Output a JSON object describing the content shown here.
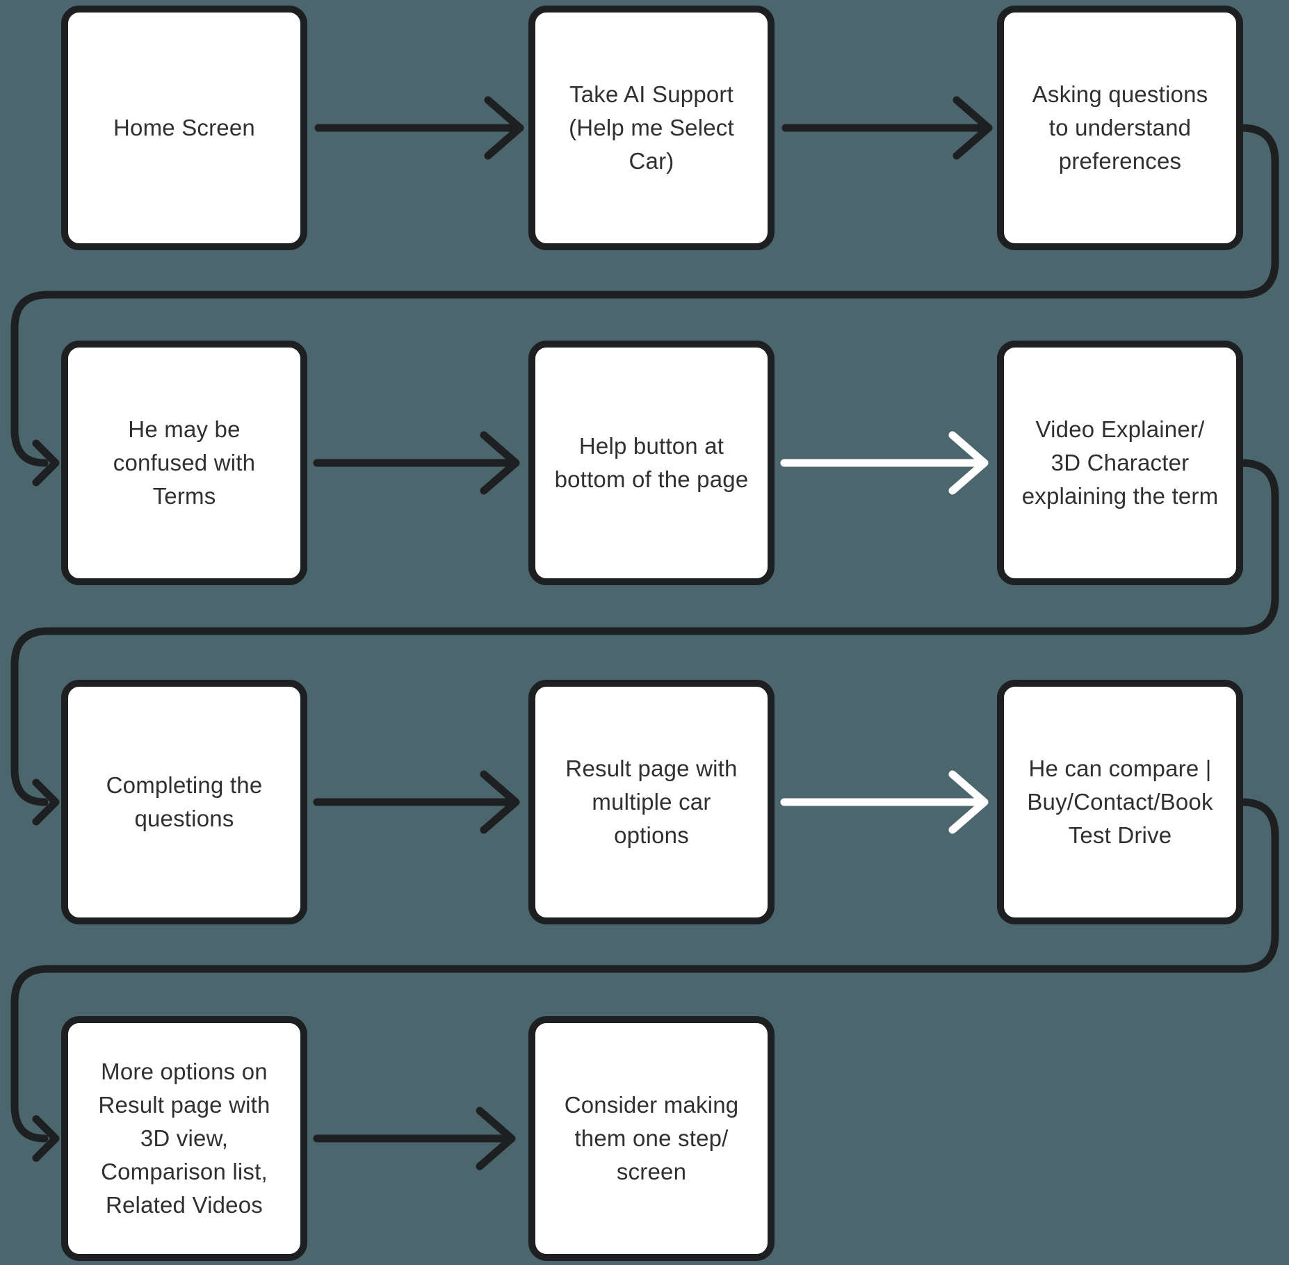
{
  "canvas": {
    "background_color": "#4C666D"
  },
  "colors": {
    "background": "#4C666D",
    "box_fill": "#FFFFFF",
    "outline": "#1E1F21",
    "text": "#2E3032",
    "arrow_black": "#1E1F21",
    "arrow_white": "#FFFFFF"
  },
  "flowchart": {
    "nodes": [
      {
        "id": "home-screen",
        "label": "Home Screen"
      },
      {
        "id": "take-ai-support",
        "label": "Take AI Support\n(Help me Select\nCar)"
      },
      {
        "id": "asking-questions",
        "label": "Asking questions\nto understand\npreferences"
      },
      {
        "id": "confused-with-terms",
        "label": "He may be\nconfused with\nTerms"
      },
      {
        "id": "help-button",
        "label": "Help button at\nbottom of the page"
      },
      {
        "id": "video-explainer",
        "label": "Video Explainer/\n3D Character\nexplaining the term"
      },
      {
        "id": "completing-questions",
        "label": "Completing the\nquestions"
      },
      {
        "id": "result-page",
        "label": "Result page with\nmultiple car\noptions"
      },
      {
        "id": "compare-actions",
        "label": "He can compare |\nBuy/Contact/Book\nTest Drive"
      },
      {
        "id": "more-options",
        "label": "More options on\nResult page with\n3D view,\nComparison list,\nRelated Videos"
      },
      {
        "id": "consider-one-step",
        "label": "Consider making\nthem one step/\nscreen"
      }
    ],
    "edges": [
      {
        "from": "home-screen",
        "to": "take-ai-support",
        "arrow_color": "#1E1F21",
        "route": "straight"
      },
      {
        "from": "take-ai-support",
        "to": "asking-questions",
        "arrow_color": "#1E1F21",
        "route": "straight"
      },
      {
        "from": "asking-questions",
        "to": "confused-with-terms",
        "arrow_color": "#1E1F21",
        "route": "wrap"
      },
      {
        "from": "confused-with-terms",
        "to": "help-button",
        "arrow_color": "#1E1F21",
        "route": "straight"
      },
      {
        "from": "help-button",
        "to": "video-explainer",
        "arrow_color": "#FFFFFF",
        "route": "straight"
      },
      {
        "from": "video-explainer",
        "to": "completing-questions",
        "arrow_color": "#1E1F21",
        "route": "wrap"
      },
      {
        "from": "completing-questions",
        "to": "result-page",
        "arrow_color": "#1E1F21",
        "route": "straight"
      },
      {
        "from": "result-page",
        "to": "compare-actions",
        "arrow_color": "#FFFFFF",
        "route": "straight"
      },
      {
        "from": "compare-actions",
        "to": "more-options",
        "arrow_color": "#1E1F21",
        "route": "wrap"
      },
      {
        "from": "more-options",
        "to": "consider-one-step",
        "arrow_color": "#1E1F21",
        "route": "straight"
      }
    ]
  }
}
